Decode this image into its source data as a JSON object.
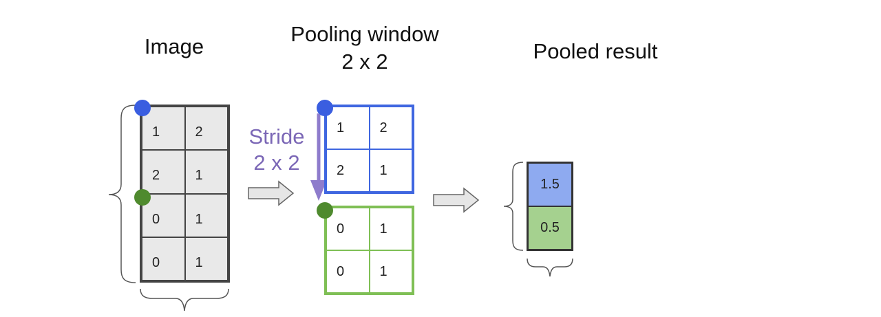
{
  "titles": {
    "image": "Image",
    "window_line1": "Pooling window",
    "window_line2": "2 x 2",
    "pooled": "Pooled result"
  },
  "stride": {
    "line1": "Stride",
    "line2": "2 x 2"
  },
  "image_grid": [
    [
      "1",
      "2"
    ],
    [
      "2",
      "1"
    ],
    [
      "0",
      "1"
    ],
    [
      "0",
      "1"
    ]
  ],
  "window_blue": [
    [
      "1",
      "2"
    ],
    [
      "2",
      "1"
    ]
  ],
  "window_green": [
    [
      "0",
      "1"
    ],
    [
      "0",
      "1"
    ]
  ],
  "pooled": [
    "1.5",
    "0.5"
  ],
  "colors": {
    "blue": "#3f66e0",
    "green": "#7fbf55",
    "stride": "#7b67b6",
    "pooled_blue": "#8eaaf0",
    "pooled_green": "#a5d18f"
  }
}
